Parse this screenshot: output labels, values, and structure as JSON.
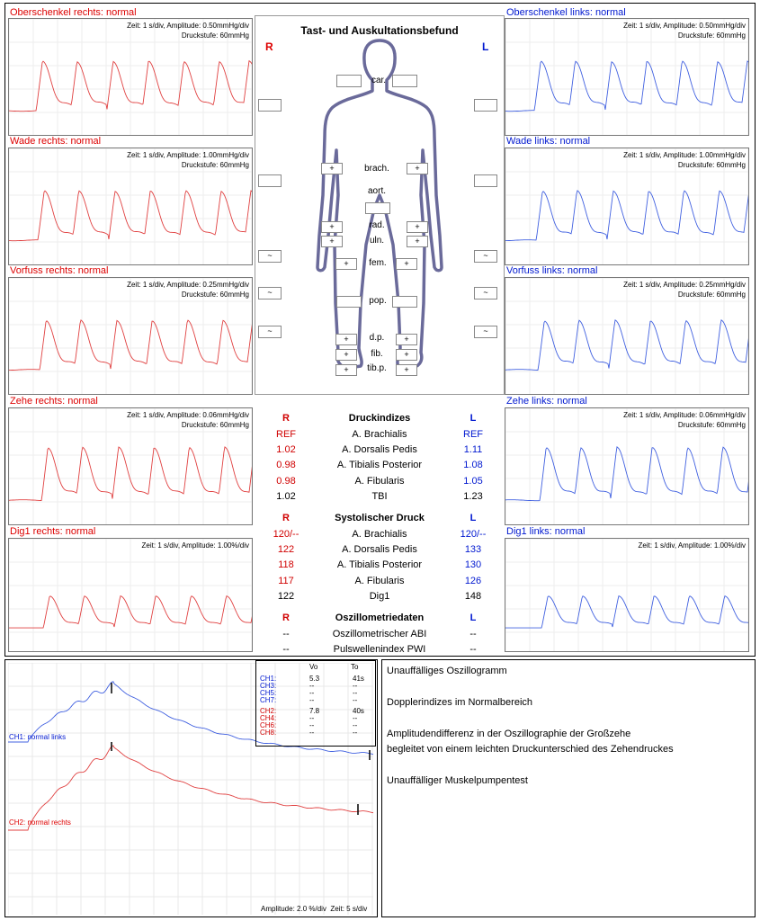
{
  "panels_right": [
    {
      "title": "Oberschenkel rechts: normal",
      "info": [
        "Zeit: 1 s/div, Amplitude: 0.50mmHg/div",
        "Druckstufe: 60mmHg"
      ]
    },
    {
      "title": "Wade rechts: normal",
      "info": [
        "Zeit: 1 s/div, Amplitude: 1.00mmHg/div",
        "Druckstufe: 60mmHg"
      ]
    },
    {
      "title": "Vorfuss rechts: normal",
      "info": [
        "Zeit: 1 s/div, Amplitude: 0.25mmHg/div",
        "Druckstufe: 60mmHg"
      ]
    },
    {
      "title": "Zehe rechts: normal",
      "info": [
        "Zeit: 1 s/div, Amplitude: 0.06mmHg/div",
        "Druckstufe: 60mmHg"
      ]
    },
    {
      "title": "Dig1 rechts: normal",
      "info": [
        "Zeit: 1 s/div, Amplitude: 1.00%/div",
        ""
      ]
    }
  ],
  "panels_left": [
    {
      "title": "Oberschenkel links: normal",
      "info": [
        "Zeit: 1 s/div, Amplitude: 0.50mmHg/div",
        "Druckstufe: 60mmHg"
      ]
    },
    {
      "title": "Wade links: normal",
      "info": [
        "Zeit: 1 s/div, Amplitude: 1.00mmHg/div",
        "Druckstufe: 60mmHg"
      ]
    },
    {
      "title": "Vorfuss links: normal",
      "info": [
        "Zeit: 1 s/div, Amplitude: 0.25mmHg/div",
        "Druckstufe: 60mmHg"
      ]
    },
    {
      "title": "Zehe links: normal",
      "info": [
        "Zeit: 1 s/div, Amplitude: 0.06mmHg/div",
        "Druckstufe: 60mmHg"
      ]
    },
    {
      "title": "Dig1 links: normal",
      "info": [
        "Zeit: 1 s/div, Amplitude: 1.00%/div",
        ""
      ]
    }
  ],
  "body": {
    "title": "Tast- und Auskultationsbefund",
    "side_r": "R",
    "side_l": "L",
    "labels": {
      "car": "car.",
      "brach": "brach.",
      "aort": "aort.",
      "rad": "rad.",
      "uln": "uln.",
      "fem": "fem.",
      "pop": "pop.",
      "dp": "d.p.",
      "fib": "fib.",
      "tibp": "tib.p."
    },
    "plus": "+",
    "tilde": "~"
  },
  "druckindizes": {
    "header": {
      "r": "R",
      "m": "Druckindizes",
      "l": "L"
    },
    "rows": [
      {
        "r": "REF",
        "m": "A. Brachialis",
        "l": "REF"
      },
      {
        "r": "1.02",
        "m": "A. Dorsalis Pedis",
        "l": "1.11"
      },
      {
        "r": "0.98",
        "m": "A. Tibialis Posterior",
        "l": "1.08"
      },
      {
        "r": "0.98",
        "m": "A. Fibularis",
        "l": "1.05"
      },
      {
        "r": "1.02",
        "m": "TBI",
        "l": "1.23"
      }
    ]
  },
  "systolisch": {
    "header": {
      "r": "R",
      "m": "Systolischer Druck",
      "l": "L"
    },
    "rows": [
      {
        "r": "120/--",
        "m": "A. Brachialis",
        "l": "120/--"
      },
      {
        "r": "122",
        "m": "A. Dorsalis Pedis",
        "l": "133"
      },
      {
        "r": "118",
        "m": "A. Tibialis Posterior",
        "l": "130"
      },
      {
        "r": "117",
        "m": "A. Fibularis",
        "l": "126"
      },
      {
        "r": "122",
        "m": "Dig1",
        "l": "148"
      }
    ]
  },
  "oszillo": {
    "header": {
      "r": "R",
      "m": "Oszillometriedaten",
      "l": "L"
    },
    "rows": [
      {
        "r": "--",
        "m": "Oszillometrischer ABI",
        "l": "--"
      },
      {
        "r": "--",
        "m": "Pulswellenindex PWI",
        "l": "--"
      }
    ]
  },
  "muscle": {
    "head": {
      "vo": "Vo",
      "to": "To"
    },
    "rows": [
      {
        "ch": "CH1:",
        "vo": "5.3",
        "to": "41s"
      },
      {
        "ch": "CH3:",
        "vo": "--",
        "to": "--"
      },
      {
        "ch": "CH5:",
        "vo": "--",
        "to": "--"
      },
      {
        "ch": "CH7:",
        "vo": "--",
        "to": "--"
      },
      {
        "ch": "CH2:",
        "vo": "7.8",
        "to": "40s"
      },
      {
        "ch": "CH4:",
        "vo": "--",
        "to": "--"
      },
      {
        "ch": "CH6:",
        "vo": "--",
        "to": "--"
      },
      {
        "ch": "CH8:",
        "vo": "--",
        "to": "--"
      }
    ],
    "ch1_label": "CH1: normal links",
    "ch2_label": "CH2: normal rechts",
    "footer": "Amplitude: 2.0 %/div  Zeit: 5 s/div"
  },
  "findings": [
    "Unauffälliges Oszillogramm",
    "Dopplerindizes im Normalbereich",
    "Amplitudendifferenz in der Oszillographie der Großzehe",
    "begleitet von einem leichten Druckunterschied des Zehendruckes",
    "Unauffälliger Muskelpumpentest"
  ],
  "colors": {
    "right": "#d00000",
    "left": "#0018d0",
    "trace_r": "#e04040",
    "trace_l": "#4060e0"
  }
}
